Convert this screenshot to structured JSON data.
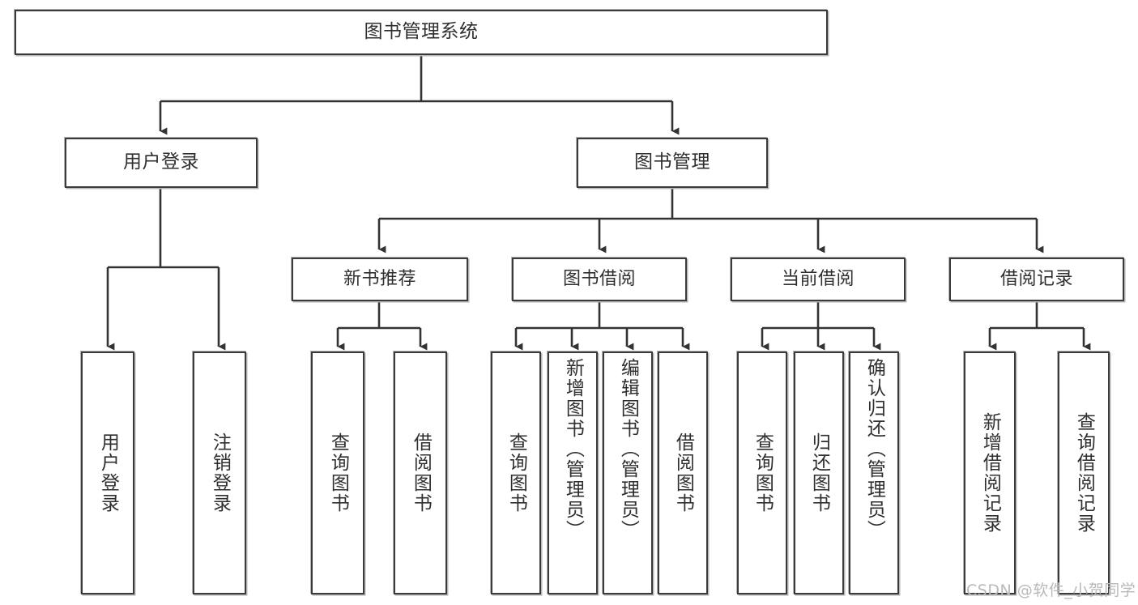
{
  "diagram": {
    "type": "tree-hierarchy-flowchart",
    "title": "图书管理系统",
    "watermark": "CSDN @软件_小贺同学",
    "colors": {
      "box_border": "#3b3b3b",
      "box_fill": "#ffffff",
      "box_shadow": "#b6b6b6",
      "connector": "#333333",
      "text": "#2f2f2f",
      "watermark": "#b9b9b9",
      "background": "#ffffff"
    },
    "levels": {
      "root": {
        "label": "图书管理系统"
      },
      "level2": [
        {
          "id": "user-login",
          "label": "用户登录"
        },
        {
          "id": "book-management",
          "label": "图书管理"
        }
      ],
      "level3": [
        {
          "id": "new-book-recommend",
          "label": "新书推荐",
          "parent": "book-management"
        },
        {
          "id": "book-borrow",
          "label": "图书借阅",
          "parent": "book-management"
        },
        {
          "id": "current-borrow",
          "label": "当前借阅",
          "parent": "book-management"
        },
        {
          "id": "borrow-record",
          "label": "借阅记录",
          "parent": "book-management"
        }
      ],
      "leaves": [
        {
          "id": "leaf-user-login",
          "label": "用户登录",
          "parent": "user-login"
        },
        {
          "id": "leaf-logout",
          "label": "注销登录",
          "parent": "user-login"
        },
        {
          "id": "leaf-query-book-1",
          "label": "查询图书",
          "parent": "new-book-recommend"
        },
        {
          "id": "leaf-borrow-book-1",
          "label": "借阅图书",
          "parent": "new-book-recommend"
        },
        {
          "id": "leaf-query-book-2",
          "label": "查询图书",
          "parent": "book-borrow"
        },
        {
          "id": "leaf-add-book",
          "label": "新增图书（管理员）",
          "parent": "book-borrow"
        },
        {
          "id": "leaf-edit-book",
          "label": "编辑图书（管理员）",
          "parent": "book-borrow"
        },
        {
          "id": "leaf-borrow-book-2",
          "label": "借阅图书",
          "parent": "book-borrow"
        },
        {
          "id": "leaf-query-book-3",
          "label": "查询图书",
          "parent": "current-borrow"
        },
        {
          "id": "leaf-return-book",
          "label": "归还图书",
          "parent": "current-borrow"
        },
        {
          "id": "leaf-confirm-return",
          "label": "确认归还（管理员）",
          "parent": "current-borrow"
        },
        {
          "id": "leaf-add-record",
          "label": "新增借阅记录",
          "parent": "borrow-record"
        },
        {
          "id": "leaf-query-record",
          "label": "查询借阅记录",
          "parent": "borrow-record"
        }
      ]
    }
  }
}
